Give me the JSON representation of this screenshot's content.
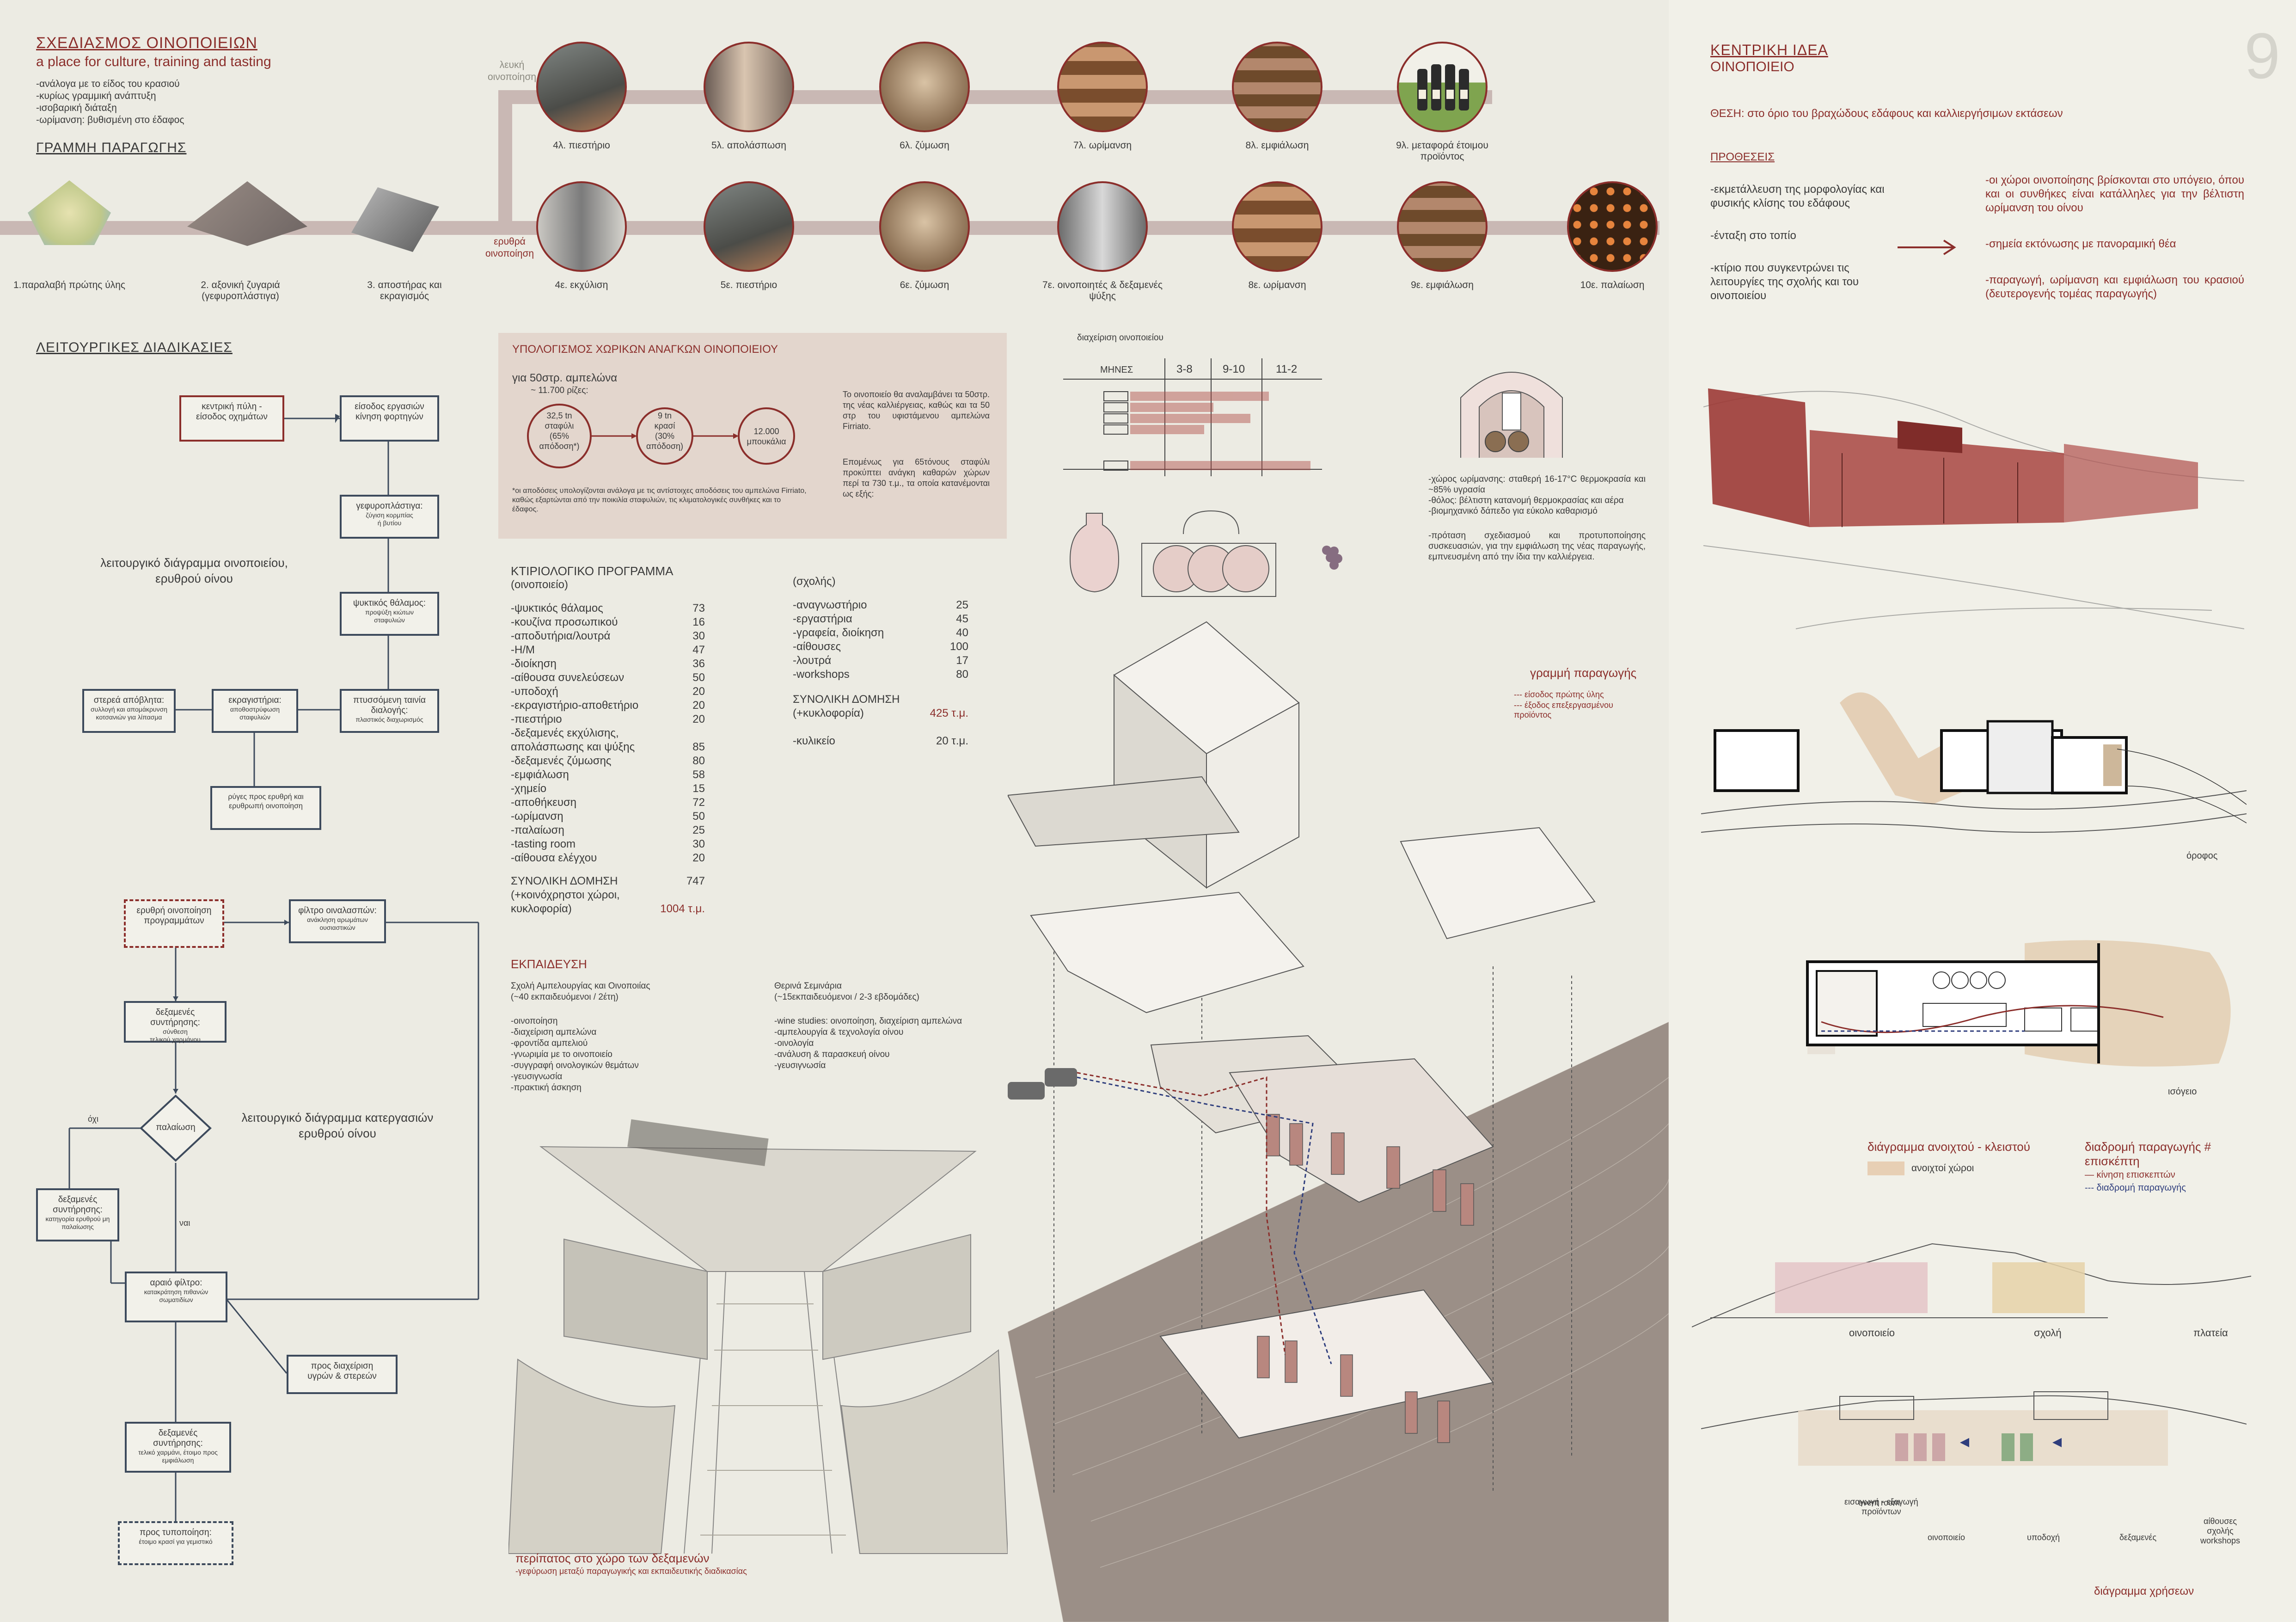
{
  "header": {
    "title": "ΣΧΕΔΙΑΣΜΟΣ ΟΙΝΟΠΟΙΕΙΩΝ",
    "subtitle": "a place for culture, training and tasting",
    "bullets": [
      "-ανάλογα με το είδος του κρασιού",
      "-κυρίως γραμμική ανάπτυξη",
      "-ισοβαρική διάταξη",
      "-ωρίμανση: βυθισμένη στο έδαφος"
    ],
    "production_line": "ΓΡΑΜΜΗ ΠΑΡΑΓΩΓΗΣ",
    "page_number": "9"
  },
  "production": {
    "white_label": "λευκή\nοινοποίηση",
    "red_label": "ερυθρά\nοινοποίηση",
    "common": [
      "1.παραλαβή πρώτης ύλης",
      "2. αξονική ζυγαριά\n(γεφυροπλάστιγα)",
      "3. αποστήρας και\nεκραγισμός"
    ],
    "white": [
      "4λ. πιεστήριο",
      "5λ. απολάσπωση",
      "6λ. ζύμωση",
      "7λ. ωρίμανση",
      "8λ. εμφιάλωση",
      "9λ. μεταφορά έτοιμου\nπροϊόντος"
    ],
    "red": [
      "4ε. εκχύλιση",
      "5ε. πιεστήριο",
      "6ε. ζύμωση",
      "7ε. οινοποιητές & δεξαμενές\nψύξης",
      "8ε. ωρίμανση",
      "9ε. εμφιάλωση",
      "10ε. παλαίωση"
    ]
  },
  "functional": {
    "heading": "ΛΕΙΤΟΥΡΓΙΚΕΣ ΔΙΑΔΙΚΑΣΙΕΣ",
    "diagram1_label": "λειτουργικό διάγραμμα οινοποιείου,\nερυθρού οίνου",
    "diagram2_label": "λειτουργικό διάγραμμα κατεργασιών\nερυθρού οίνου",
    "boxes1": {
      "gate": "κεντρική πύλη -\nείσοδος οχημάτων",
      "entry": "είσοδος εργασιών\nκίνηση φορτηγών",
      "scale_t": "γεφυροπλάστιγα:",
      "scale_s": "ζύγιση κορμπίας\nή βυτίου",
      "cold_t": "ψυκτικός θάλαμος:",
      "cold_s": "προψύξη κιώτων\nσταφυλιών",
      "belt_t": "πτυσσόμενη ταινία\nδιαλογής:",
      "belt_s": "πλαστικός διαχωρισμός",
      "crush_t": "εκραγιστήρια:",
      "crush_s": "αποθοστρύφωση\nσταφυλιών",
      "waste_t": "στερεά απόβλητα:",
      "waste_s": "συλλογή και απομάκρυνση\nκοτσανιών για λίπασμα",
      "flow": "ρύγες προς ερυθρή και\nερυθρωπή οινοποίηση"
    },
    "boxes2": {
      "red": "ερυθρή οινοποίηση\nπρογραμμάτων",
      "filter_t": "φίλτρο οιναλασπών:",
      "filter_s": "ανάκληση αρωμάτων ουσιαστικών",
      "tanks1_t": "δεξαμενές\nσυντήρησης:",
      "tanks1_s": "σύνθεση\nτελικού χαρμάνου",
      "decision": "παλαίωση",
      "no": "όχι",
      "yes": "ναι",
      "tanks2_t": "δεξαμενές\nσυντήρησης:",
      "tanks2_s": "κατηγορία ερυθρού μη\nπαλαίωσης",
      "sparse_t": "αραιό φίλτρο:",
      "sparse_s": "κατακράτηση πιθανών\nσωματιδίων",
      "liquid": "προς διαχείριση\nυγρών & στερεών",
      "tanks3_t": "δεξαμενές\nσυντήρησης:",
      "tanks3_s": "τελικό χαρμάνι, έτοιμο προς\nεμφιάλωση",
      "bottling_t": "προς τυποποίηση:",
      "bottling_s": "έτοιμο κρασί για γεμιστικό"
    }
  },
  "calc": {
    "title": "ΥΠΟΛΟΓΙΣΜΟΣ ΧΩΡΙΚΩΝ ΑΝΑΓΚΩΝ ΟΙΝΟΠΟΙΕΙΟΥ",
    "for": "για 50στρ. αμπελώνα",
    "roots": "~ 11.700 ρίζες:",
    "c1": "32,5 tn\nσταφύλι\n(65%\nαπόδοση*)",
    "c2": "9 tn\nκρασί\n(30%\nαπόδοση)",
    "c3": "12.000\nμπουκάλια",
    "note": "*οι αποδόσεις υπολογίζονται ανάλογα με τις αντίστοιχες αποδόσεις του αμπελώνα Firriato, καθώς εξαρτώνται από την ποικιλία σταφυλιών, τις κλιματολογικές συνθήκες και το έδαφος.",
    "right1": "Το οινοποιείο θα αναλαμβάνει τα 50στρ. της νέας καλλιέργειας, καθώς και τα 50 στρ του υφιστάμενου αμπελώνα Firriato.",
    "right2": "Επομένως για 65τόνους σταφύλι προκύπτει ανάγκη καθαρών χώρων περί τα 730 τ.μ., τα οποία κατανέμονται ως εξής:"
  },
  "program": {
    "title": "ΚΤΙΡΙΟΛΟΓΙΚΟ ΠΡΟΓΡΑΜΜΑ",
    "sub1": "(οινοποιείο)",
    "sub2": "(σχολής)",
    "winery": [
      [
        "-ψυκτικός θάλαμος",
        "73"
      ],
      [
        "-κουζίνα προσωπικού",
        "16"
      ],
      [
        "-αποδυτήρια/λουτρά",
        "30"
      ],
      [
        "-Η/Μ",
        "47"
      ],
      [
        "-διοίκηση",
        "36"
      ],
      [
        "-αίθουσα συνελεύσεων",
        "50"
      ],
      [
        "-υποδοχή",
        "20"
      ],
      [
        "-εκραγιστήριο-αποθετήριο",
        "20"
      ],
      [
        "-πιεστήριο",
        "20"
      ],
      [
        "-δεξαμενές εκχύλισης,\nαπολάσπωσης και ψύξης",
        "85"
      ],
      [
        "-δεξαμενές ζύμωσης",
        "80"
      ],
      [
        "-εμφιάλωση",
        "58"
      ],
      [
        "-χημείο",
        "15"
      ],
      [
        "-αποθήκευση",
        "72"
      ],
      [
        "-ωρίμανση",
        "50"
      ],
      [
        "-παλαίωση",
        "25"
      ],
      [
        "-tasting room",
        "30"
      ],
      [
        "-αίθουσα ελέγχου",
        "20"
      ]
    ],
    "winery_total_lbl": "ΣΥΝΟΛΙΚΗ ΔΟΜΗΣΗ",
    "winery_total": "747",
    "winery_total2_lbl": "(+κοινόχρηστοι χώροι,\nκυκλοφορία)",
    "winery_total2": "1004 τ.μ.",
    "school": [
      [
        "-αναγνωστήριο",
        "25"
      ],
      [
        "-εργαστήρια",
        "45"
      ],
      [
        "-γραφεία, διοίκηση",
        "40"
      ],
      [
        "-αίθουσες",
        "100"
      ],
      [
        "-λουτρά",
        "17"
      ],
      [
        "-workshops",
        "80"
      ]
    ],
    "school_total_lbl": "ΣΥΝΟΛΙΚΗ ΔΟΜΗΣΗ\n(+κυκλοφορία)",
    "school_total": "425 τ.μ.",
    "canteen": "-κυλικείο",
    "canteen_v": "20 τ.μ."
  },
  "education": {
    "title": "ΕΚΠΑΙΔΕΥΣΗ",
    "left_t": "Σχολή Αμπελουργίας και Οινοποιίας\n(~40 εκπαιδευόμενοι / 2έτη)",
    "left": [
      "-οινοποίηση",
      "-διαχείριση αμπελώνα",
      "-φροντίδα αμπελιού",
      "-γνωριμία με το οινοποιείο",
      "-συγγραφή οινολογικών θεμάτων",
      "-γευσιγνωσία",
      "-πρακτική άσκηση"
    ],
    "right_t": "Θερινά Σεμινάρια\n(~15εκπαιδευόμενοι / 2-3 εβδομάδες)",
    "right": [
      "-wine studies: οινοποίηση, διαχείριση αμπελώνα",
      "-αμπελουργία & τεχνολογία οίνου",
      "-οινολογία",
      "-ανάλυση & παρασκευή οίνου",
      "-γευσιγνωσία"
    ]
  },
  "sketch_caption": {
    "title": "περίπατος στο χώρο των δεξαμενών",
    "sub": "-γεφύρωση μεταξύ παραγωγικής και εκπαιδευτικής διαδικασίας"
  },
  "cellar": {
    "table_title": "διαχείριση οινοποιείου",
    "cols": [
      "ΜΗΝΕΣ",
      "3-8",
      "9-10",
      "11-2"
    ],
    "text1": "-χώρος ωρίμανσης: σταθερή 16-17°C θερμοκρασία και ~85% υγρασία",
    "text2": "-θόλος: βέλτιστη κατανομή θερμοκρασίας και αέρα",
    "text3": "-βιομηχανικό δάπεδο για εύκολο καθαρισμό",
    "text4": "-πρόταση σχεδιασμού και προτυποποίησης συσκευασιών, για την εμφιάλωση της νέας παραγωγής, εμπνευσμένη από την ίδια την καλλιέργεια."
  },
  "legend_mid": {
    "title": "γραμμή παραγωγής",
    "a": "--- είσοδος πρώτης ύλης",
    "b": "--- έξοδος επεξεργασμένου\nπροϊόντος"
  },
  "right": {
    "title": "ΚΕΝΤΡΙΚΗ ΙΔΕΑ",
    "subtitle": "ΟΙΝΟΠΟΙΕΙΟ",
    "position": "ΘΕΣΗ: στο όριο του βραχώδους εδάφους και καλλιεργήσιμων εκτάσεων",
    "intentions": "ΠΡΟΘΕΣΕΙΣ",
    "left": [
      "-εκμετάλλευση της μορφολογίας και φυσικής κλίσης του εδάφους",
      "-ένταξη στο τοπίο",
      "-κτίριο που συγκεντρώνει τις λειτουργίες της σχολής και του οινοποιείου"
    ],
    "right": [
      "-οι χώροι οινοποίησης βρίσκονται στο υπόγειο, όπου και οι συνθήκες είναι κατάλληλες για την βέλτιστη ωρίμανση του οίνου",
      "-σημεία εκτόνωσης με πανοραμική θέα",
      "-παραγωγή, ωρίμανση και εμφιάλωση του κρασιού (δευτερογενής τομέας παραγωγής)"
    ],
    "floor_label": "όροφος",
    "basement_label": "ισόγειο",
    "legend_open_title": "διάγραμμα ανοιχτού - κλειστού",
    "legend_open": "ανοιχτοί χώροι",
    "legend_route_title": "διαδρομή παραγωγής #\nεπισκέπτη",
    "legend_route_a": "— κίνηση επισκεπτών",
    "legend_route_b": "--- διαδρομή παραγωγής",
    "section_labels": [
      "οινοποιείο",
      "σχολή",
      "πλατεία"
    ],
    "section2_labels": [
      "εισαγωγή - εξαγωγή\nπροϊόντων",
      "οινοποιείο",
      "event room",
      "υποδοχή",
      "δεξαμενές",
      "αίθουσες\nσχολής\nworkshops"
    ],
    "users_diagram": "διάγραμμα χρήσεων"
  }
}
